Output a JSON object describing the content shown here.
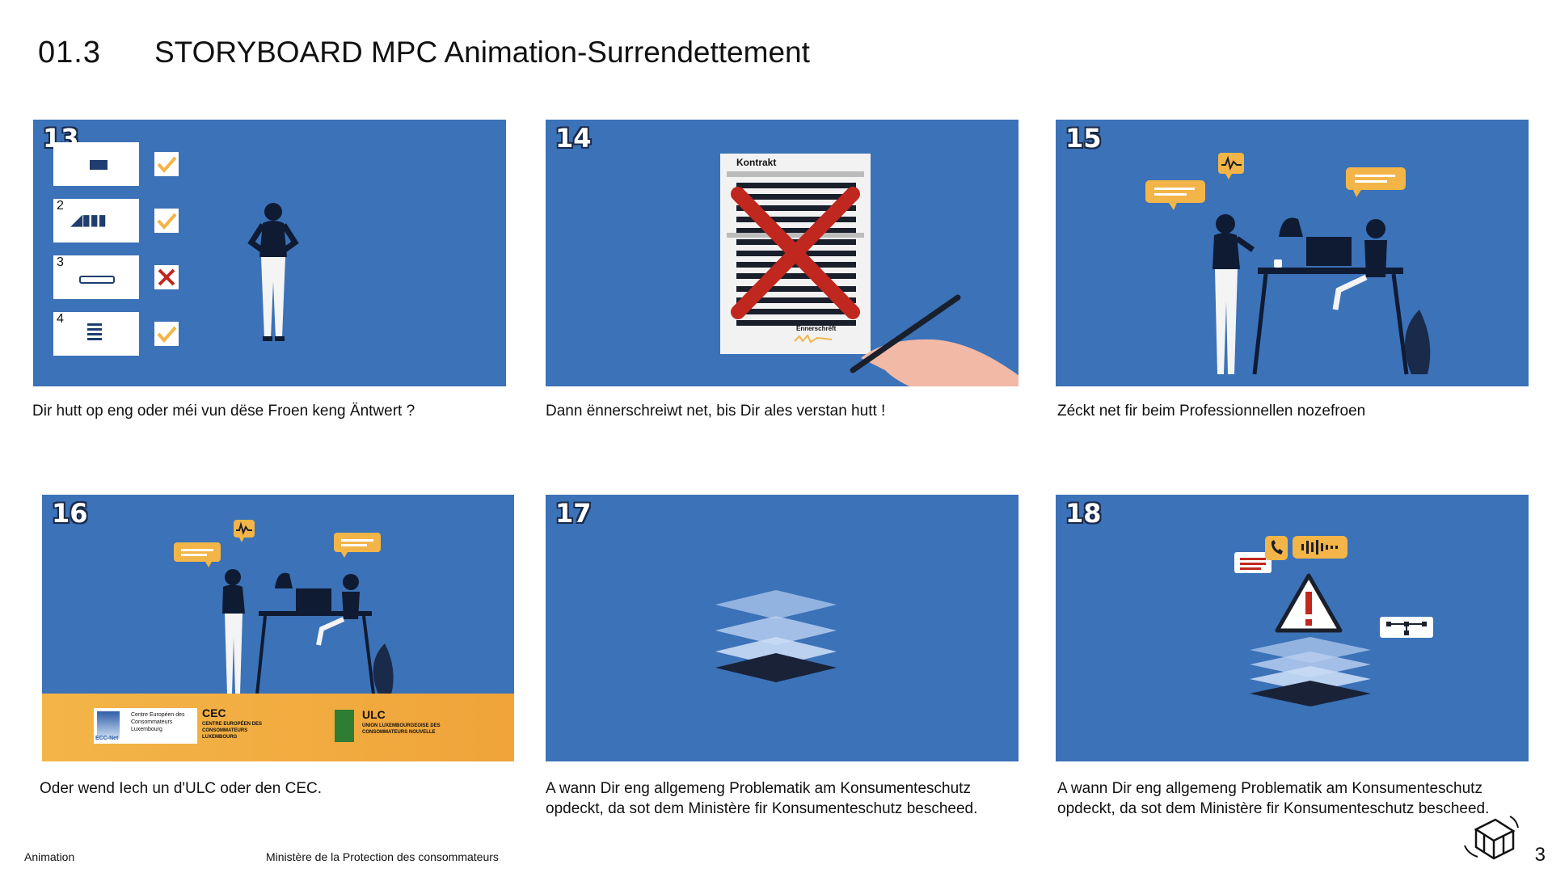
{
  "header": {
    "section_number": "01.3",
    "title": "STORYBOARD MPC Animation-Surrendettement"
  },
  "panels": [
    {
      "number": "13",
      "caption": "Dir hutt op eng oder méi vun dëse Froen keng Äntwert ?",
      "cards": [
        "",
        "2",
        "3",
        "4"
      ],
      "answers": [
        "check",
        "check",
        "cross",
        "check"
      ]
    },
    {
      "number": "14",
      "caption": "Dann ënnerschreiwt net, bis Dir ales verstan hutt !",
      "document_title": "Kontrakt",
      "signature_label": "Ennerschrëft"
    },
    {
      "number": "15",
      "caption": "Zéckt  net fir beim Professionnellen nozefroen"
    },
    {
      "number": "16",
      "caption": "Oder wend Iech un d'ULC oder den CEC.",
      "logos": {
        "cec": {
          "small_text": "Centre Européen des Consommateurs Luxembourg",
          "badge": "ECC-Net",
          "name": "CEC",
          "full": "CENTRE EUROPÉEN DES CONSOMMATEURS LUXEMBOURG"
        },
        "ulc": {
          "name": "ULC",
          "full": "UNION LUXEMBOURGEOISE DES CONSOMMATEURS NOUVELLE"
        }
      }
    },
    {
      "number": "17",
      "caption_line1": "A wann Dir eng allgemeng Problematik am Konsumenteschutz",
      "caption_line2": "opdeckt, da sot dem Ministère fir Konsumenteschutz bescheed."
    },
    {
      "number": "18",
      "caption_line1": "A wann Dir eng allgemeng Problematik am Konsumenteschutz",
      "caption_line2": "opdeckt, da sot dem Ministère fir Konsumenteschutz bescheed."
    }
  ],
  "footer": {
    "left": "Animation",
    "center": "Ministère de la Protection des consommateurs",
    "page": "3"
  },
  "colors": {
    "panel_blue": "#3b72b8",
    "accent_yellow": "#f3b548",
    "cross_red": "#c0271e",
    "figure_navy": "#0f1b33"
  },
  "icons": [
    "check-icon",
    "cross-icon",
    "pen-icon",
    "phone-icon",
    "warning-icon",
    "speech-bubble-icon",
    "brand-mark-icon"
  ]
}
